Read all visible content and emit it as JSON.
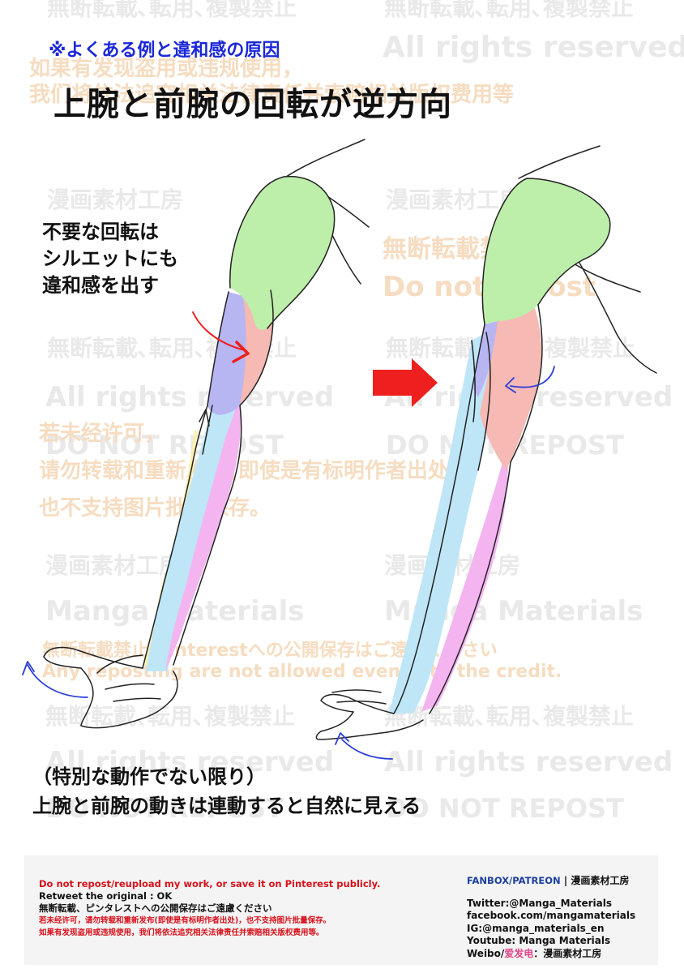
{
  "subtitle": "※よくある例と違和感の原因",
  "title": "上腕と前腕の回転が逆方向",
  "callout": {
    "line1": "不要な回転は",
    "line2": "シルエットにも",
    "line3": "違和感を出す"
  },
  "bottom_note": {
    "line1": "（特別な動作でない限り）",
    "line2": "上腕と前腕の動きは連動すると自然に見える"
  },
  "footer": {
    "left": {
      "line1": "Do not repost/reupload my work, or save it on Pinterest publicly.",
      "line2": "Retweet the original : OK",
      "line3": "無断転載、ピンタレストへの公開保存はご遠慮ください",
      "line4": "若未经许可，请勿转载和重新发布(即使是有标明作者出处)，也不支持图片批量保存。",
      "line5": "如果有发现盗用或违规使用，我们将依法追究相关法律责任并索赔相关版权费用等。"
    },
    "right": {
      "fanbox": "FANBOX/PATREON",
      "fanbox_sep": " | ",
      "fanbox_name": "漫画素材工房",
      "twitter": "Twitter:@Manga_Materials",
      "facebook": "facebook.com/mangamaterials",
      "instagram": "IG:@manga_materials_en",
      "youtube": "Youtube: Manga Materials",
      "weibo_prefix": "Weibo/",
      "weibo_pink": "爱发电",
      "weibo_suffix": "：漫画素材工房"
    }
  },
  "watermarks": {
    "repost_ban": "無断転載､転用､複製禁止",
    "rights": "All rights reserved",
    "studio": "漫画素材工房",
    "brand": "Manga Materials",
    "ban_short": "無断転載禁止",
    "dnr": "Do not repost",
    "dnr_caps": "DO NOT REPOST",
    "cn1": "若未经许可，",
    "cn2": "请勿转载和重新发布(即使是有标明作者出处)，",
    "cn3": "也不支持图片批量保存。",
    "pinterest": "無断転載禁止 Pinterestへの公開保存はご遠慮ください",
    "credit": "Any reposting are not allowed even with the credit.",
    "cn_top1": "如果有发现盗用或违规使用，",
    "cn_top2": "我们将依法追究相关法律责任并索赔相关版权费用等"
  },
  "colors": {
    "deltoid": "#bdeeaa",
    "biceps": "#b8b5f3",
    "brachialis": "#f6b9b3",
    "forearm_blue": "#bfe6f6",
    "forearm_yellow": "#fbf1b1",
    "forearm_pink": "#f3b4f0",
    "arrow_red": "#ee1f1f",
    "arrow_blue": "#2b3fd6",
    "subtitle_blue": "#1a27d8"
  }
}
